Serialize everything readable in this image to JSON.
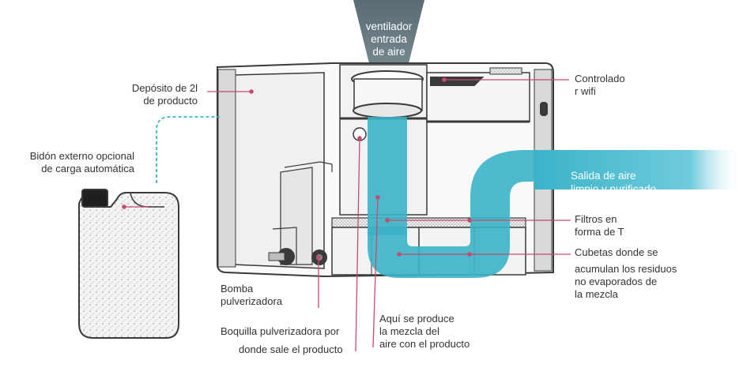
{
  "diagram": {
    "fan_label": "ventilador\nentrada\nde aire",
    "tank_label": "Depósito de 2l\nde producto",
    "jerrycan_label": "Bidón externo opcional\nde carga automática",
    "wifi_label": "Controlado\nr wifi",
    "outlet_label": "Salida de aire\nlimpio y purificado",
    "filters_label": "Filtros en\nforma de T",
    "trays_label": "Cubetas donde se",
    "trays_label_2": "acumulan los residuos\nno evaporados de\nla mezcla",
    "pump_label": "Bomba\npulverizadora",
    "nozzle_label_1": "Boquilla pulverizadora por",
    "nozzle_label_2": "donde sale el producto",
    "mix_label": "Aquí se produce\nla mezcla del\naire con el producto",
    "colors": {
      "accent_pink": "#c94a6a",
      "airflow_teal": "#3bb3c9",
      "fan_gray": "#5a6b73",
      "outline": "#3a3a3a"
    }
  }
}
